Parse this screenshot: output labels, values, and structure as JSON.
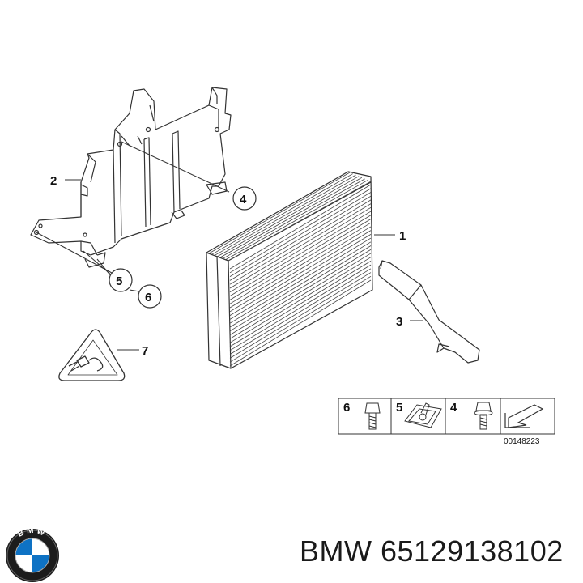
{
  "callouts": {
    "c1": "1",
    "c2": "2",
    "c3": "3",
    "c4": "4",
    "c5": "5",
    "c6": "6",
    "c7": "7"
  },
  "legend": {
    "item6": "6",
    "item5": "5",
    "item4": "4",
    "diagram_code": "00148223"
  },
  "logo": {
    "letters": "BMW"
  },
  "caption": {
    "brand": "BMW",
    "part_number": "65129138102"
  }
}
